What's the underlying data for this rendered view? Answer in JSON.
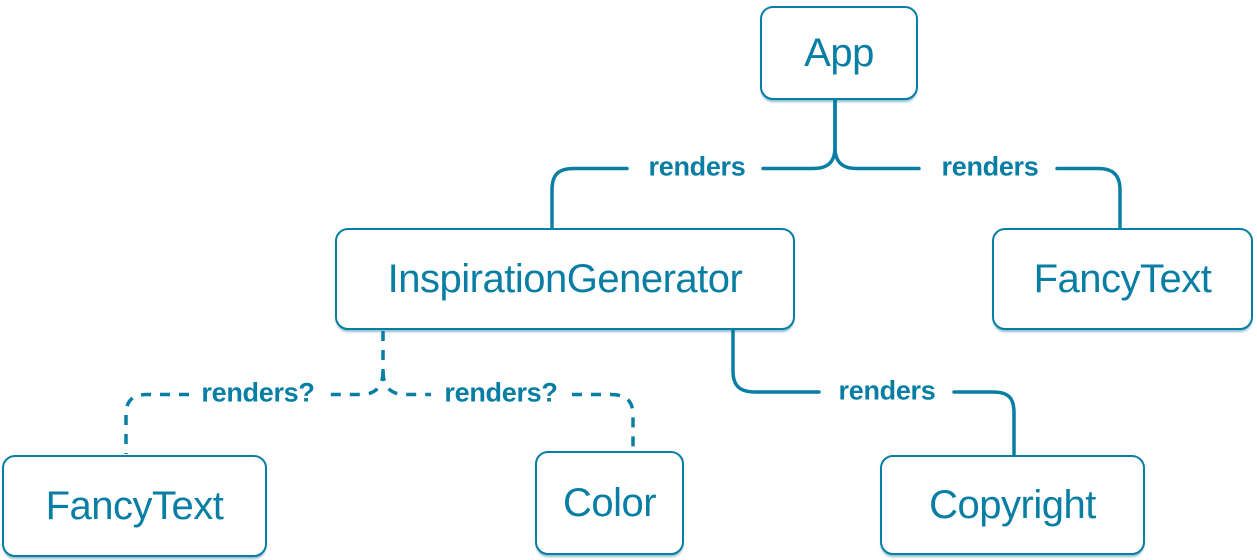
{
  "diagram": {
    "accent_color": "#087ea4",
    "node_background": "#ffffff"
  },
  "nodes": [
    {
      "id": "app",
      "label": "App"
    },
    {
      "id": "inspiration-generator",
      "label": "InspirationGenerator"
    },
    {
      "id": "fancy-text-top",
      "label": "FancyText"
    },
    {
      "id": "fancy-text-bottom",
      "label": "FancyText"
    },
    {
      "id": "color",
      "label": "Color"
    },
    {
      "id": "copyright",
      "label": "Copyright"
    }
  ],
  "edges": [
    {
      "from": "App",
      "to": "InspirationGenerator",
      "label": "renders",
      "style": "solid"
    },
    {
      "from": "App",
      "to": "FancyText",
      "label": "renders",
      "style": "solid"
    },
    {
      "from": "InspirationGenerator",
      "to": "FancyText",
      "label": "renders?",
      "style": "dashed"
    },
    {
      "from": "InspirationGenerator",
      "to": "Color",
      "label": "renders?",
      "style": "dashed"
    },
    {
      "from": "InspirationGenerator",
      "to": "Copyright",
      "label": "renders",
      "style": "solid"
    }
  ]
}
